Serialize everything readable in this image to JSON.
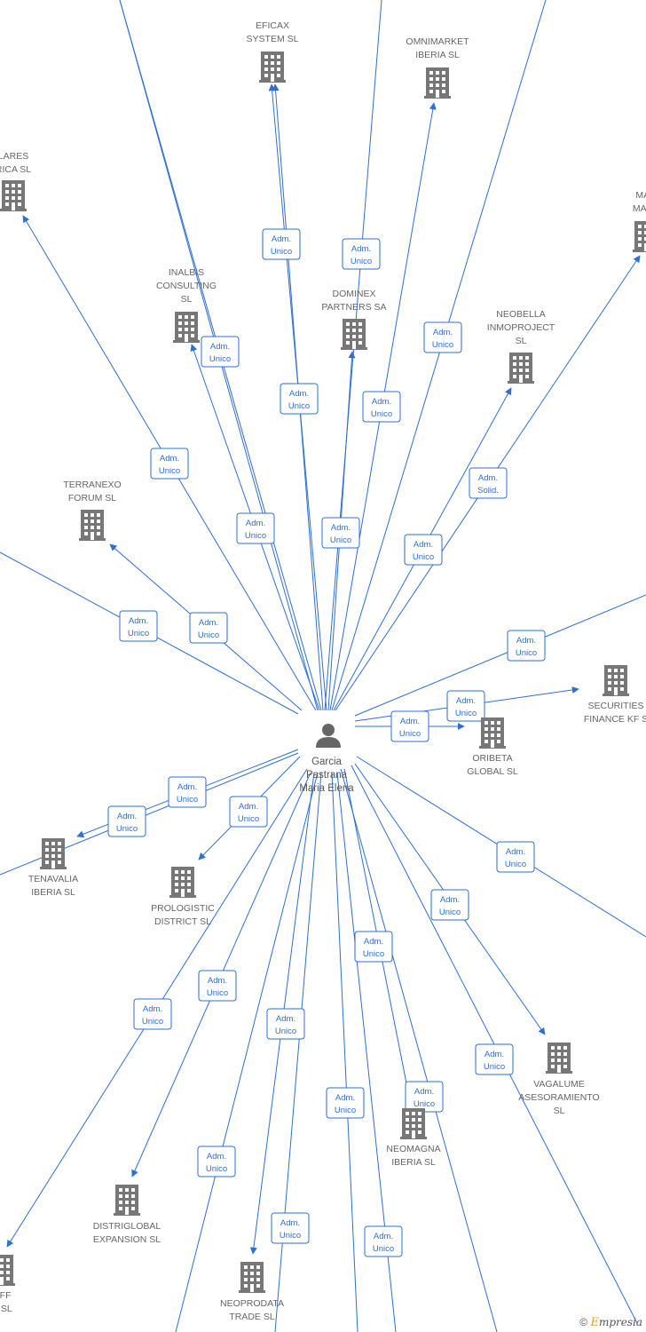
{
  "center": {
    "label": [
      "Garcia",
      "Pastrana",
      "Maria Elena"
    ]
  },
  "colors": {
    "edge": "#2f6fd0",
    "building": "#777777",
    "person": "#666666",
    "text": "#666666"
  },
  "nodes": [
    {
      "id": "eficax",
      "label": [
        "EFICAX",
        "SYSTEM SL"
      ]
    },
    {
      "id": "omnimarket",
      "label": [
        "OMNIMARKET",
        "IBERIA  SL"
      ]
    },
    {
      "id": "solares",
      "label": [
        "LARES",
        "RICA  SL"
      ]
    },
    {
      "id": "mark",
      "label": [
        "MAR",
        "MARK"
      ]
    },
    {
      "id": "inalbis",
      "label": [
        "INALBIS",
        "CONSULTING",
        "SL"
      ]
    },
    {
      "id": "dominex",
      "label": [
        "DOMINEX",
        "PARTNERS SA"
      ]
    },
    {
      "id": "neobella",
      "label": [
        "NEOBELLA",
        "INMOPROJECT",
        "SL"
      ]
    },
    {
      "id": "terranexo",
      "label": [
        "TERRANEXO",
        "FORUM  SL"
      ]
    },
    {
      "id": "securities",
      "label": [
        "SECURITIES",
        "FINANCE KF  S"
      ]
    },
    {
      "id": "oribeta",
      "label": [
        "ORIBETA",
        "GLOBAL  SL"
      ]
    },
    {
      "id": "tenavalia",
      "label": [
        "TENAVALIA",
        "IBERIA  SL"
      ]
    },
    {
      "id": "prologistic",
      "label": [
        "PROLOGISTIC",
        "DISTRICT  SL"
      ]
    },
    {
      "id": "vagalume",
      "label": [
        "VAGALUME",
        "ASESORAMIENTO",
        "SL"
      ]
    },
    {
      "id": "neomagna",
      "label": [
        "NEOMAGNA",
        "IBERIA  SL"
      ]
    },
    {
      "id": "distriglobal",
      "label": [
        "DISTRIGLOBAL",
        "EXPANSION  SL"
      ]
    },
    {
      "id": "neoprodata",
      "label": [
        "NEOPRODATA",
        "TRADE  SL"
      ]
    },
    {
      "id": "off",
      "label": [
        "OFF",
        "N  SL"
      ]
    }
  ],
  "edges": [
    {
      "target": "eficax",
      "label": [
        "Adm.",
        "Unico"
      ]
    },
    {
      "target": "eficax",
      "label": [
        "Adm.",
        "Unico"
      ]
    },
    {
      "target": "omnimarket",
      "label": [
        "Adm.",
        "Unico"
      ]
    },
    {
      "target": "solares",
      "label": [
        "Adm.",
        "Unico"
      ]
    },
    {
      "target": "inalbis",
      "label": [
        "Adm.",
        "Unico"
      ]
    },
    {
      "target": "inalbis",
      "label": [
        "Adm.",
        "Unico"
      ]
    },
    {
      "target": "dominex",
      "label": [
        "Adm.",
        "Unico"
      ]
    },
    {
      "target": "top-right-offscreen",
      "label": [
        "Adm.",
        "Unico"
      ]
    },
    {
      "target": "top-offscreen",
      "label": [
        "Adm.",
        "Unico"
      ]
    },
    {
      "target": "top-left-offscreen",
      "label": [
        "Adm.",
        "Unico"
      ]
    },
    {
      "target": "neobella",
      "label": [
        "Adm.",
        "Unico"
      ]
    },
    {
      "target": "mark",
      "label": [
        "Adm.",
        "Solid."
      ]
    },
    {
      "target": "terranexo",
      "label": [
        "Adm.",
        "Unico"
      ]
    },
    {
      "target": "left-offscreen",
      "label": [
        "Adm.",
        "Unico"
      ]
    },
    {
      "target": "right-offscreen",
      "label": [
        "Adm.",
        "Unico"
      ]
    },
    {
      "target": "securities",
      "label": [
        "Adm.",
        "Unico"
      ]
    },
    {
      "target": "oribeta",
      "label": [
        "Adm.",
        "Unico"
      ]
    },
    {
      "target": "tenavalia",
      "label": [
        "Adm.",
        "Unico"
      ]
    },
    {
      "target": "tenavalia-far",
      "label": [
        "Adm.",
        "Unico"
      ]
    },
    {
      "target": "prologistic",
      "label": [
        "Adm.",
        "Unico"
      ]
    },
    {
      "target": "lower-right-offscreen",
      "label": [
        "Adm.",
        "Unico"
      ]
    },
    {
      "target": "vagalume",
      "label": [
        "Adm.",
        "Unico"
      ]
    },
    {
      "target": "neomagna",
      "label": [
        "Adm.",
        "Unico"
      ]
    },
    {
      "target": "neomagna",
      "label": [
        "Adm.",
        "Unico"
      ]
    },
    {
      "target": "bottom-right-offscreen",
      "label": [
        "Adm.",
        "Unico"
      ]
    },
    {
      "target": "distriglobal",
      "label": [
        "Adm.",
        "Unico"
      ]
    },
    {
      "target": "off",
      "label": [
        "Adm.",
        "Unico"
      ]
    },
    {
      "target": "neoprodata",
      "label": [
        "Adm.",
        "Unico"
      ]
    },
    {
      "target": "bottom-offscreen",
      "label": [
        "Adm.",
        "Unico"
      ]
    },
    {
      "target": "bottom-offscreen-2",
      "label": [
        "Adm.",
        "Unico"
      ]
    },
    {
      "target": "bottom-offscreen-3",
      "label": [
        "Adm.",
        "Unico"
      ]
    },
    {
      "target": "bottom-offscreen-4",
      "label": [
        "Adm.",
        "Unico"
      ]
    }
  ],
  "footer": {
    "copyright": "©",
    "brand_initial": "E",
    "brand_rest": "mpresia"
  }
}
